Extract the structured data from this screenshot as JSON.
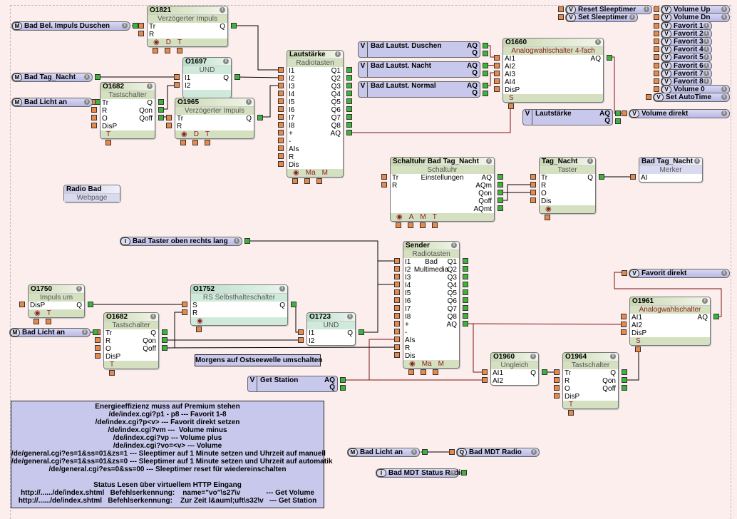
{
  "blocks": [
    {
      "id": "O1821",
      "type": "Verzögerter Impuls",
      "inputs": [
        "Tr",
        "R"
      ],
      "outputs": [
        "Q"
      ],
      "params": [
        "D",
        "T"
      ],
      "clock": true
    },
    {
      "id": "O1697",
      "type": "UND",
      "inputs": [
        "I1",
        "I2"
      ],
      "outputs": [
        "Q"
      ],
      "params": [],
      "style": "l"
    },
    {
      "id": "O1682",
      "type": "Tastschalter",
      "inputs": [
        "Tr",
        "R",
        "O",
        "DisP"
      ],
      "outputs": [
        "Q",
        "Qon",
        "Qoff"
      ],
      "params": [
        "T"
      ]
    },
    {
      "id": "O1965",
      "type": "Verzögerter Impuls",
      "inputs": [
        "Tr",
        "R"
      ],
      "outputs": [
        "Q"
      ],
      "params": [
        "D",
        "T"
      ],
      "clock": true
    },
    {
      "id": "Lautstärke",
      "type": "Radiotasten",
      "inputs": [
        "I1",
        "I2",
        "I3",
        "I4",
        "I5",
        "I6",
        "I7",
        "I8",
        "+",
        "-",
        "AIs",
        "R",
        "Dis"
      ],
      "outputs": [
        "Q1",
        "Q2",
        "Q3",
        "Q4",
        "Q5",
        "Q6",
        "Q7",
        "Q8",
        "AQ"
      ],
      "params": [
        "Ma",
        "M"
      ],
      "clock": true
    },
    {
      "id": "O1660",
      "type": "Analogwahlschalter 4-fach",
      "inputs": [
        "AI1",
        "AI2",
        "AI3",
        "AI4",
        "DisP"
      ],
      "outputs": [
        "AQ"
      ],
      "params": [
        "S"
      ],
      "red": true
    },
    {
      "id": "Schaltuhr Bad Tag_Nacht",
      "type": "Schaltuhr",
      "inputs": [
        "Tr",
        "R"
      ],
      "outputs": [
        "AQ",
        "AQm",
        "Qon",
        "Qoff",
        "AQmt"
      ],
      "params": [
        "A",
        "M",
        "T"
      ],
      "clock": true,
      "center": [
        "Einstellungen"
      ]
    },
    {
      "id": "Tag_Nacht",
      "type": "Taster",
      "inputs": [
        "Tr",
        "R",
        "O",
        "Dis"
      ],
      "outputs": [
        "Q"
      ],
      "params": [],
      "clock": true
    },
    {
      "id": "Bad Tag_Nacht",
      "type": "Merker",
      "inputs": [
        "AI"
      ],
      "outputs": [],
      "style": "m",
      "nofooter": true
    },
    {
      "id": "Radio Bad",
      "type": "Webpage",
      "inputs": [],
      "outputs": [],
      "style": "m",
      "nofooter": true,
      "noinfo": true
    },
    {
      "id": "Sender",
      "type": "Radiotasten",
      "inputs": [
        "I1",
        "I2",
        "I3",
        "I4",
        "I5",
        "I6",
        "I7",
        "I8",
        "+",
        "-",
        "AIs",
        "R",
        "Dis"
      ],
      "outputs": [
        "Q1",
        "Q2",
        "Q3",
        "Q4",
        "Q5",
        "Q6",
        "Q7",
        "Q8",
        "AQ"
      ],
      "params": [
        "Ma",
        "M"
      ],
      "clock": true,
      "center": [
        "Bad",
        "Multimedia"
      ]
    },
    {
      "id": "O1750",
      "type": "Impuls um",
      "inputs": [
        "DisP"
      ],
      "outputs": [
        "Q"
      ],
      "params": [
        "T"
      ],
      "clock": true
    },
    {
      "id": "O1752",
      "type": "RS Selbsthalteschalter",
      "inputs": [
        "S",
        "R"
      ],
      "outputs": [
        "Q"
      ],
      "params": [],
      "clock": true,
      "style": "l"
    },
    {
      "id": "O1682",
      "type": "Tastschalter",
      "inputs": [
        "Tr",
        "R",
        "O",
        "DisP"
      ],
      "outputs": [
        "Q",
        "Qon",
        "Qoff"
      ],
      "params": [
        "T"
      ]
    },
    {
      "id": "O1723",
      "type": "UND",
      "inputs": [
        "I1",
        "I2"
      ],
      "outputs": [
        "Q"
      ],
      "params": [],
      "style": "l",
      "nofooter": true
    },
    {
      "id": "O1960",
      "type": "Ungleich",
      "inputs": [
        "AI1",
        "AI2"
      ],
      "outputs": [
        "Q"
      ],
      "params": [],
      "nofooter": true
    },
    {
      "id": "O1964",
      "type": "Tastschalter",
      "inputs": [
        "Tr",
        "R",
        "O",
        "DisP"
      ],
      "outputs": [
        "Q",
        "Qon",
        "Qoff"
      ],
      "params": [
        "T"
      ]
    },
    {
      "id": "O1961",
      "type": "Analogwahlschalter",
      "inputs": [
        "AI1",
        "AI2",
        "DisP"
      ],
      "outputs": [
        "AQ"
      ],
      "params": [
        "S"
      ],
      "red": true
    }
  ],
  "flags": [
    {
      "type": "M",
      "label": "Bad Bel. Impuls Duschen"
    },
    {
      "type": "M",
      "label": "Bad Tag_Nacht"
    },
    {
      "type": "M",
      "label": "Bad Licht an"
    },
    {
      "type": "I",
      "label": "Bad Taster oben rechts lang"
    },
    {
      "type": "M",
      "label": "Bad Licht an"
    },
    {
      "type": "M",
      "label": "Bad Licht an"
    },
    {
      "type": "Q",
      "label": "Bad MDT Radio"
    },
    {
      "type": "I",
      "label": "Bad MDT Status Radio"
    },
    {
      "type": "V",
      "label": "Reset Sleeptimer"
    },
    {
      "type": "V",
      "label": "Set Sleeptimer"
    },
    {
      "type": "V",
      "label": "Volume Up"
    },
    {
      "type": "V",
      "label": "Volume Dn"
    },
    {
      "type": "V",
      "label": "Favorit 1"
    },
    {
      "type": "V",
      "label": "Favorit 2"
    },
    {
      "type": "V",
      "label": "Favorit 3"
    },
    {
      "type": "V",
      "label": "Favorit 4"
    },
    {
      "type": "V",
      "label": "Favorit 5"
    },
    {
      "type": "V",
      "label": "Favorit 6"
    },
    {
      "type": "V",
      "label": "Favorit 7"
    },
    {
      "type": "V",
      "label": "Favorit 8"
    },
    {
      "type": "V",
      "label": "Volume 0"
    },
    {
      "type": "V",
      "label": "Set AutoTime"
    },
    {
      "type": "V",
      "label": "Volume direkt"
    },
    {
      "type": "V",
      "label": "Favorit direkt"
    }
  ],
  "value_blocks": [
    {
      "type": "V",
      "label": "Bad Lautst. Duschen",
      "outputs": [
        "AQ",
        "Q"
      ]
    },
    {
      "type": "V",
      "label": "Bad Lautst. Nacht",
      "outputs": [
        "AQ",
        "Q"
      ]
    },
    {
      "type": "V",
      "label": "Bad Lautst. Normal",
      "outputs": [
        "AQ",
        "Q"
      ]
    },
    {
      "type": "V",
      "label": "Lautstärke",
      "outputs": [
        "AQ",
        "Q"
      ]
    },
    {
      "type": "V",
      "label": "Get Station",
      "outputs": [
        "AQ",
        "Q"
      ]
    }
  ],
  "comments": [
    {
      "lines": [
        "Morgens auf Ostseewelle umschalten"
      ]
    },
    {
      "lines": [
        "Energieeffizienz muss auf Premium stehen",
        "/de/index.cgi?p1 - p8 --- Favorit 1-8",
        "/de/index.cgi?p<v> --- Favorit direkt setzen",
        "/de/index.cgi?vm ---  Volume minus",
        "/de/index.cgi?vp --- Volume plus",
        "/de/index.cgi?vo=<v> --- Volume",
        "/de/general.cgi?es=1&ss=01&zs=1 --- Sleeptimer auf 1 Minute setzen und Uhrzeit auf manuell",
        "/de/general.cgi?es=1&ss=01&zs=0 --- Sleeptimer auf 1 Minute setzen und Uhrzeit auf automatik",
        "/de/general.cgi?es=0&ss=00 --- Sleeptimer reset für wiedereinschalten",
        "",
        "Status Lesen über virtuellem HTTP Eingang",
        "http://....../de/index.shtml   Befehlserkennung:    name=\"vo\"\\s27\\v             --- Get Volume",
        "http://....../de/index.shtml   Befehlserkennung:    Zur Zeit l&auml;uft\\s32\\v   --- Get Station"
      ]
    }
  ],
  "colors": {
    "background": "#fdeeee",
    "digital_wire": "#000000",
    "analog_wire": "#7a1010",
    "input_pin": "#e8894a",
    "output_pin": "#3cb43c",
    "flag": "#c8c8ec"
  }
}
